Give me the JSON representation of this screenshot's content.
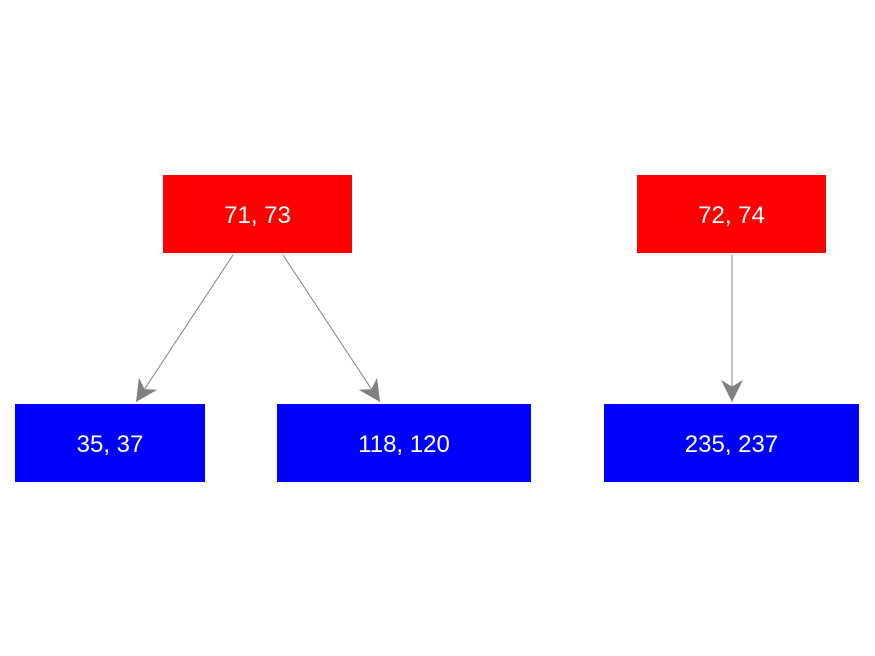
{
  "colors": {
    "parent": "#ff0000",
    "child": "#0000ff",
    "edge": "#808080",
    "text": "#ffffff"
  },
  "nodes": {
    "p1": "71, 73",
    "p2": "72, 74",
    "c1": "35, 37",
    "c2": "118, 120",
    "c3": "235, 237"
  },
  "edges": [
    {
      "from": "71, 73",
      "to": "35, 37"
    },
    {
      "from": "71, 73",
      "to": "118, 120"
    },
    {
      "from": "72, 74",
      "to": "235, 237"
    }
  ]
}
